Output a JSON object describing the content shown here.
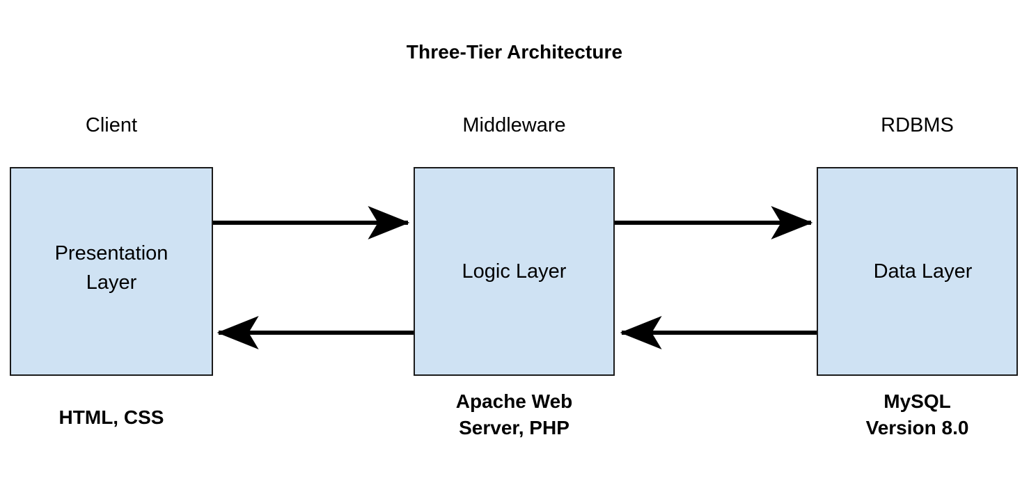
{
  "diagram": {
    "title": "Three-Tier Architecture",
    "background_color": "#ffffff",
    "box_fill_color": "#cfe2f3",
    "box_border_color": "#1a1a1a",
    "arrow_color": "#000000",
    "tiers": [
      {
        "header": "Client",
        "box_label": "Presentation\nLayer",
        "caption": "HTML, CSS"
      },
      {
        "header": "Middleware",
        "box_label": "Logic Layer",
        "caption": "Apache Web\nServer, PHP"
      },
      {
        "header": "RDBMS",
        "box_label": "Data Layer",
        "caption": "MySQL\nVersion 8.0"
      }
    ],
    "connectors": [
      {
        "from": "Presentation Layer",
        "to": "Logic Layer",
        "direction": "right",
        "row": "top"
      },
      {
        "from": "Logic Layer",
        "to": "Data Layer",
        "direction": "right",
        "row": "top"
      },
      {
        "from": "Logic Layer",
        "to": "Presentation Layer",
        "direction": "left",
        "row": "bottom"
      },
      {
        "from": "Data Layer",
        "to": "Logic Layer",
        "direction": "left",
        "row": "bottom"
      }
    ]
  }
}
